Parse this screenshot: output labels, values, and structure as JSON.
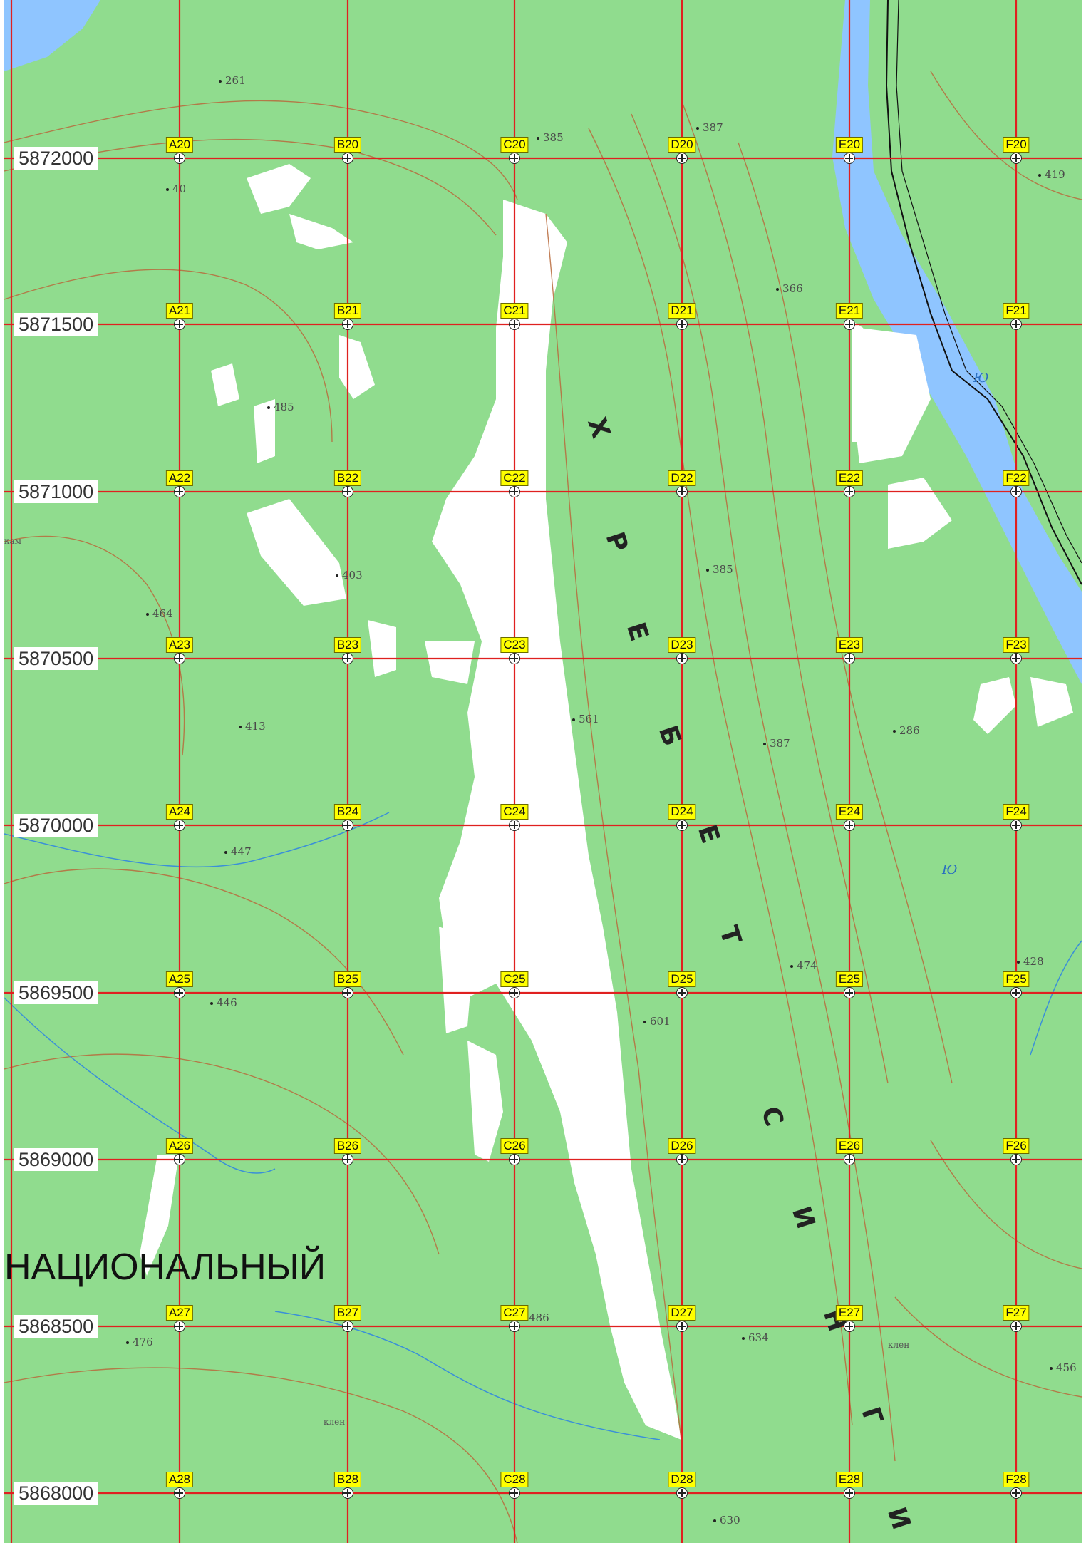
{
  "colors": {
    "forest": "#90dc8e",
    "clearing": "#ffffff",
    "contour": "#b96a3c",
    "grid": "#e02020",
    "water": "#8fc5ff",
    "label_bg": "#ffff00"
  },
  "grid": {
    "columns": [
      "A",
      "B",
      "C",
      "D",
      "E",
      "F"
    ],
    "rows": [
      "20",
      "21",
      "22",
      "23",
      "24",
      "25",
      "26",
      "27",
      "28"
    ],
    "northings": [
      "5872000",
      "5871500",
      "5871000",
      "5870500",
      "5870000",
      "5869500",
      "5869000",
      "5868500",
      "5868000"
    ]
  },
  "ridge_name_letters": [
    "Х",
    "Р",
    "Е",
    "Б",
    "Е",
    "Т",
    "С",
    "И",
    "Н",
    "Г",
    "И"
  ],
  "park_label": "НАЦИОНАЛЬНЫЙ",
  "spot_heights": [
    "261",
    "385",
    "387",
    "419",
    "40",
    "366",
    "485",
    "385",
    "403",
    "464",
    "561",
    "413",
    "387",
    "286",
    "447",
    "474",
    "428",
    "446",
    "601",
    "486",
    "476",
    "634",
    "456",
    "630"
  ],
  "water_labels": [
    "Ю",
    "Ю"
  ],
  "small_labels": [
    "кам",
    "клен",
    "клен"
  ],
  "icons": [
    "grid-cross-marker-icon",
    "spot-height-dot-icon"
  ]
}
